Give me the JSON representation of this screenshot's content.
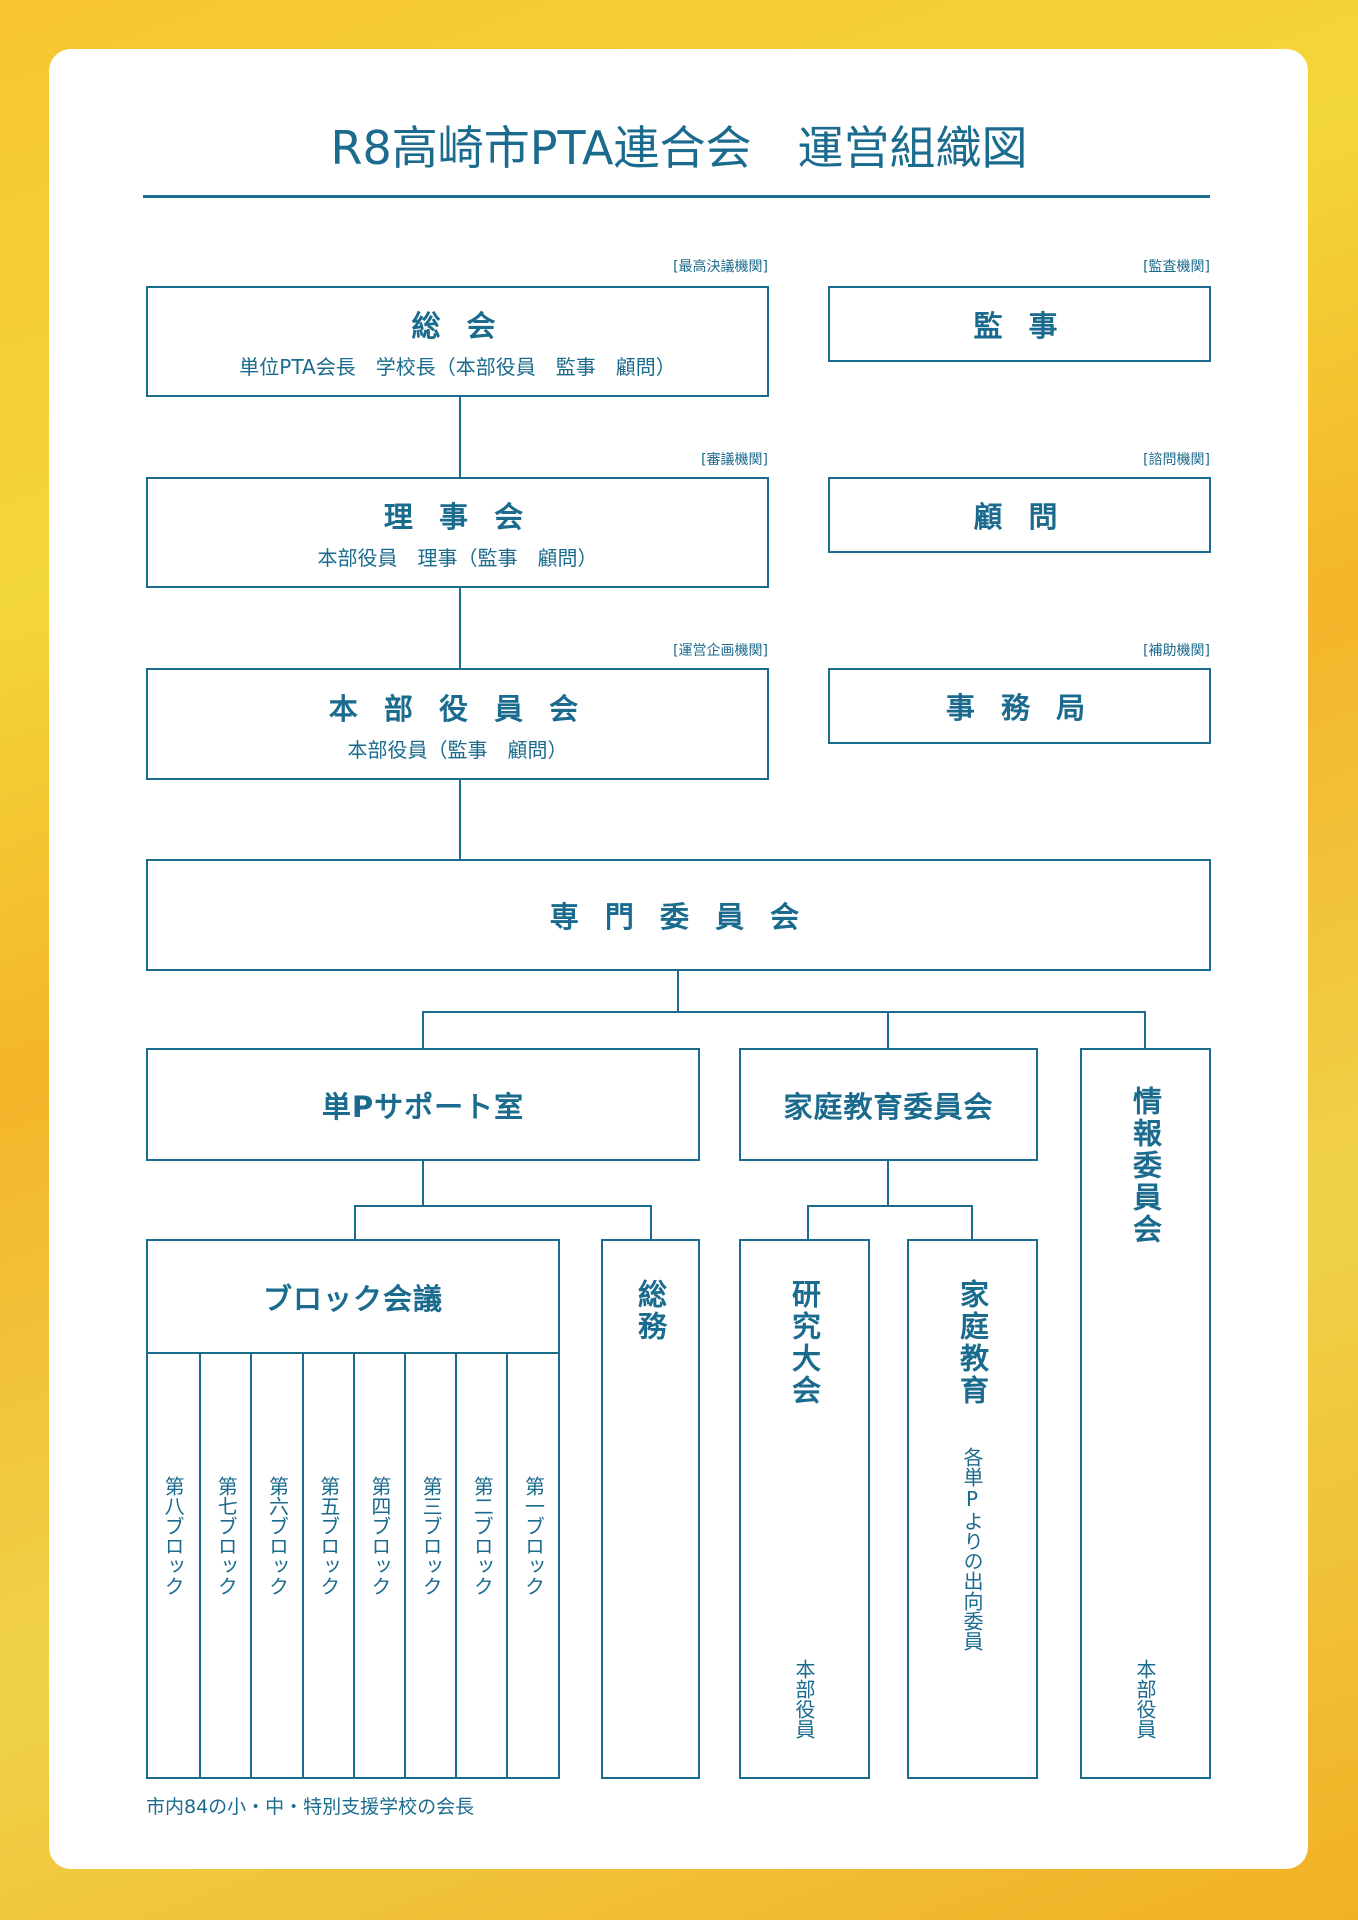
{
  "title": "R8高崎市PTA連合会　運営組織図",
  "sokai": {
    "tag": "[最高決議機関]",
    "name": "総 会",
    "members": "単位PTA会長　学校長（本部役員　監事　顧問）"
  },
  "kanji": {
    "tag": "[監査機関]",
    "name": "監 事"
  },
  "rijikai": {
    "tag": "[審議機関]",
    "name": "理 事 会",
    "members": "本部役員　理事（監事　顧問）"
  },
  "komon": {
    "tag": "[諮問機関]",
    "name": "顧 問"
  },
  "honbu": {
    "tag": "[運営企画機関]",
    "name": "本 部 役 員 会",
    "members": "本部役員（監事　顧問）"
  },
  "jimukyoku": {
    "tag": "[補助機関]",
    "name": "事 務 局"
  },
  "senmon": {
    "name": "専 門 委 員 会"
  },
  "tanp": {
    "name": "単Pサポート室"
  },
  "katei_iinkai": {
    "name": "家庭教育委員会"
  },
  "joho": {
    "name": "情報委員会",
    "members": "本部役員"
  },
  "block": {
    "name": "ブロック会議",
    "blocks": [
      "第八ブロック",
      "第七ブロック",
      "第六ブロック",
      "第五ブロック",
      "第四ブロック",
      "第三ブロック",
      "第二ブロック",
      "第一ブロック"
    ],
    "caption": "市内84の小・中・特別支援学校の会長"
  },
  "somu": {
    "name": "総務"
  },
  "kenkyu": {
    "name": "研究大会",
    "members": "本部役員"
  },
  "katei": {
    "name": "家庭教育",
    "members": "各単Pよりの出向委員"
  }
}
